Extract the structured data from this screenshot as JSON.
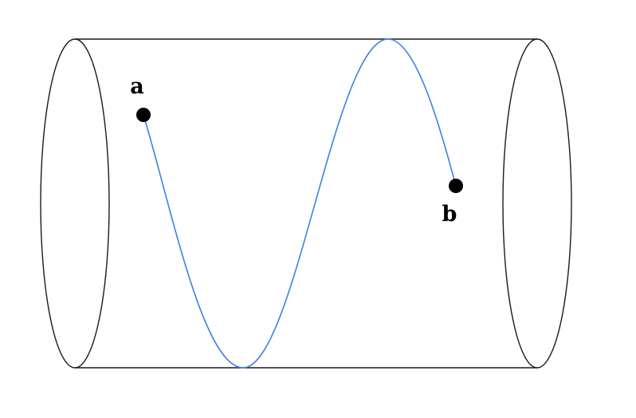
{
  "diagram": {
    "points": [
      {
        "id": "a",
        "label": "a"
      },
      {
        "id": "b",
        "label": "b"
      }
    ],
    "colors": {
      "outline": "#1a1a1a",
      "helix": "#3b82e6",
      "point": "#000000",
      "label": "#000000"
    }
  }
}
